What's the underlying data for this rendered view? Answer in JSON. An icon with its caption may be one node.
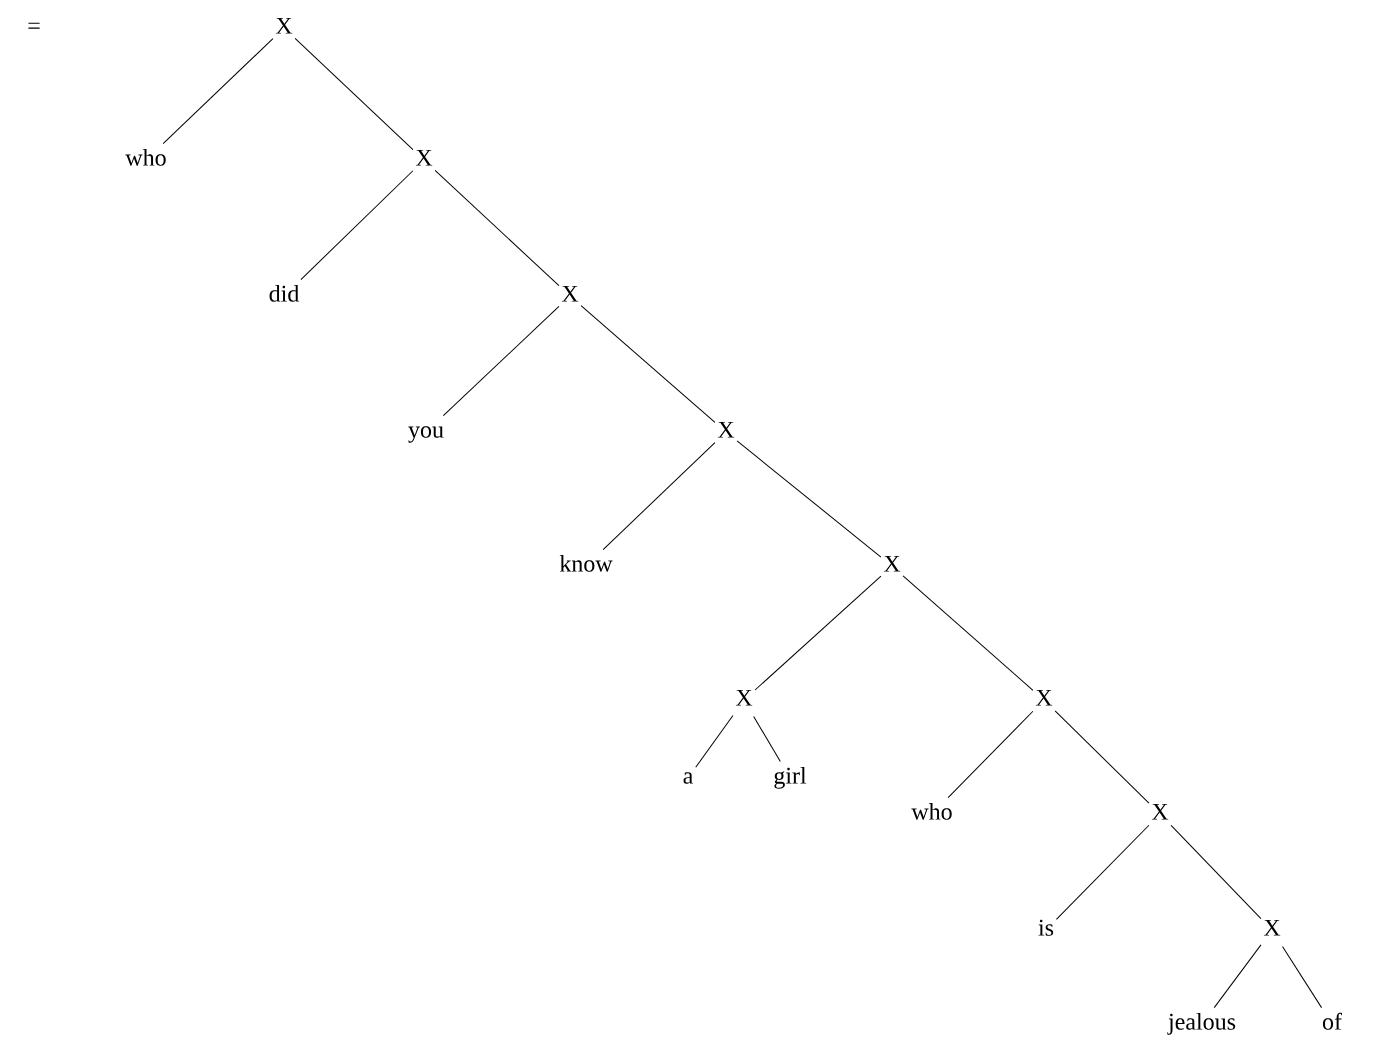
{
  "diagram": {
    "nodes": [
      {
        "text": [
          "X"
        ]
      },
      {
        "text": [
          "who"
        ]
      },
      {
        "text": [
          "X"
        ]
      },
      {
        "text": [
          "did"
        ]
      },
      {
        "text": [
          "X"
        ]
      },
      {
        "text": [
          "you"
        ]
      },
      {
        "text": [
          "X"
        ]
      },
      {
        "text": [
          "know"
        ]
      },
      {
        "text": [
          "X"
        ]
      },
      {
        "text": [
          "X"
        ]
      },
      {
        "text": [
          "a"
        ]
      },
      {
        "text": [
          "girl"
        ]
      },
      {
        "text": [
          "X"
        ]
      },
      {
        "text": [
          "who"
        ]
      },
      {
        "text": [
          "X"
        ]
      },
      {
        "text": [
          "is"
        ]
      },
      {
        "text": [
          "X"
        ]
      },
      {
        "text": [
          "jealous"
        ]
      },
      {
        "text": [
          "of"
        ]
      }
    ],
    "edges": [
      {
        "from": 0,
        "to": 1,
        "arrow": "none"
      },
      {
        "from": 0,
        "to": 2,
        "arrow": "none"
      },
      {
        "from": 2,
        "to": 3,
        "arrow": "none"
      },
      {
        "from": 2,
        "to": 4,
        "arrow": "none"
      },
      {
        "from": 4,
        "to": 5,
        "arrow": "none"
      },
      {
        "from": 4,
        "to": 6,
        "arrow": "none"
      },
      {
        "from": 6,
        "to": 7,
        "arrow": "none"
      },
      {
        "from": 6,
        "to": 8,
        "arrow": "none"
      },
      {
        "from": 8,
        "to": 9,
        "arrow": "none"
      },
      {
        "from": 8,
        "to": 12,
        "arrow": "none"
      },
      {
        "from": 9,
        "to": 10,
        "arrow": "none"
      },
      {
        "from": 9,
        "to": 11,
        "arrow": "none"
      },
      {
        "from": 12,
        "to": 13,
        "arrow": "none"
      },
      {
        "from": 12,
        "to": 14,
        "arrow": "none"
      },
      {
        "from": 14,
        "to": 15,
        "arrow": "none"
      },
      {
        "from": 14,
        "to": 16,
        "arrow": "none"
      },
      {
        "from": 16,
        "to": 17,
        "arrow": "none"
      },
      {
        "from": 16,
        "to": 18,
        "arrow": "none"
      }
    ],
    "labels": [
      "="
    ]
  }
}
